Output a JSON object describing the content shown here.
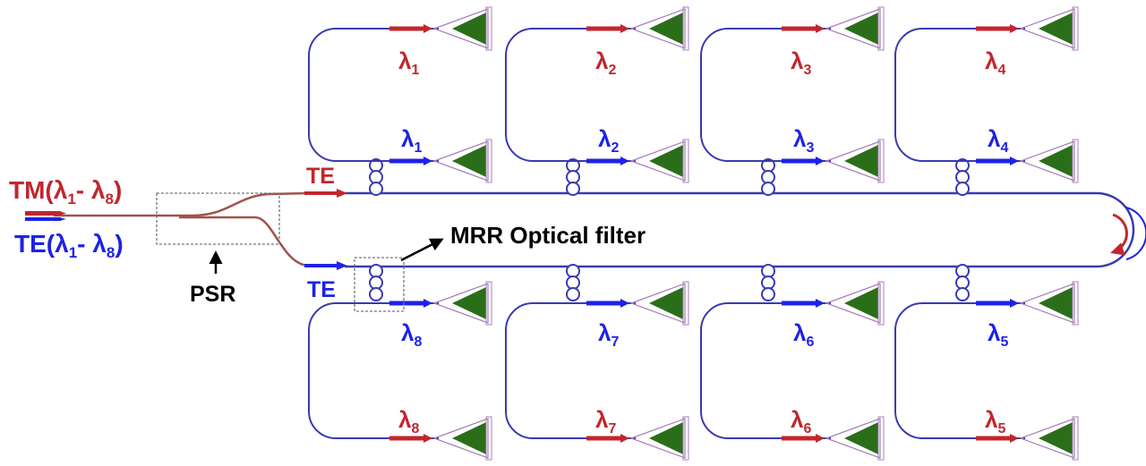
{
  "input": {
    "tm_prefix": "TM(λ",
    "tm_sub1": "1",
    "tm_mid": "- λ",
    "tm_sub2": "8",
    "tm_suffix": ")",
    "te_prefix": "TE(λ",
    "te_sub1": "1",
    "te_mid": "- λ",
    "te_sub2": "8",
    "te_suffix": ")"
  },
  "psr_label": "PSR",
  "mrr_label": "MRR Optical filter",
  "te_top": "TE",
  "te_bottom": "TE",
  "lambda_symbol": "λ",
  "units": [
    {
      "index": "1",
      "row": "top",
      "col": 1
    },
    {
      "index": "2",
      "row": "top",
      "col": 2
    },
    {
      "index": "3",
      "row": "top",
      "col": 3
    },
    {
      "index": "4",
      "row": "top",
      "col": 4
    },
    {
      "index": "8",
      "row": "bottom",
      "col": 1
    },
    {
      "index": "7",
      "row": "bottom",
      "col": 2
    },
    {
      "index": "6",
      "row": "bottom",
      "col": 3
    },
    {
      "index": "5",
      "row": "bottom",
      "col": 4
    }
  ],
  "colors": {
    "tm": "#c0272d",
    "te": "#1e22e6",
    "waveguide": "#3a3ab0",
    "grating": "#2b6e1a",
    "taper": "#a77fb8",
    "psr_waveguide": "#a0524a"
  }
}
